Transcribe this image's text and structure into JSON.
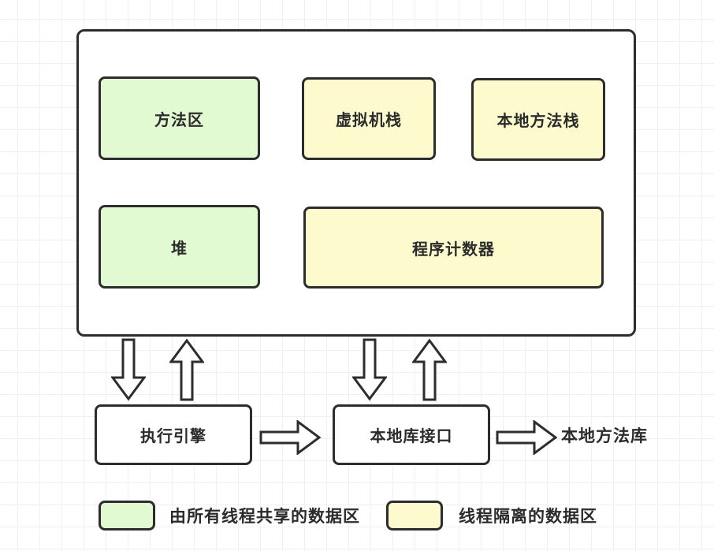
{
  "diagram": {
    "runtime_area": {
      "boxes": [
        {
          "id": "method-area",
          "label": "方法区",
          "type": "shared"
        },
        {
          "id": "vm-stack",
          "label": "虚拟机栈",
          "type": "isolated"
        },
        {
          "id": "native-method-stack",
          "label": "本地方法栈",
          "type": "isolated"
        },
        {
          "id": "heap",
          "label": "堆",
          "type": "shared"
        },
        {
          "id": "program-counter",
          "label": "程序计数器",
          "type": "isolated"
        }
      ]
    },
    "engine_row": {
      "execution_engine": "执行引擎",
      "native_interface": "本地库接口",
      "native_libraries": "本地方法库"
    },
    "legend": [
      {
        "swatch": "shared",
        "label": "由所有线程共享的数据区"
      },
      {
        "swatch": "isolated",
        "label": "线程隔离的数据区"
      }
    ],
    "colors": {
      "shared_fill": "#e2fad2",
      "isolated_fill": "#fdfbce",
      "stroke": "#2d2d2d"
    }
  }
}
